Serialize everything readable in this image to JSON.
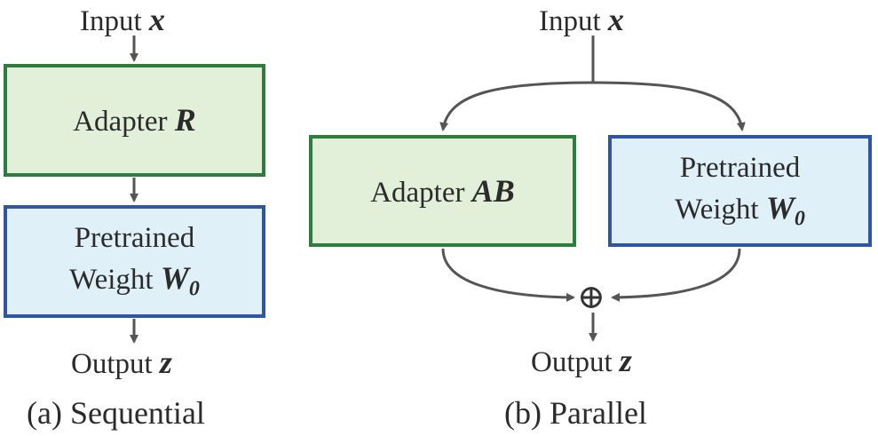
{
  "colors": {
    "adapter_fill": "#e2f0d9",
    "adapter_border": "#2e7d3e",
    "weight_fill": "#dff0f8",
    "weight_border": "#2f55a4",
    "arrow": "#555555"
  },
  "sequential": {
    "input_label": "Input ",
    "input_var": "x",
    "adapter_label": "Adapter ",
    "adapter_var": "R",
    "weight_line1": "Pretrained",
    "weight_line2": "Weight ",
    "weight_var": "W",
    "weight_sub": "0",
    "output_label": "Output ",
    "output_var": "z",
    "caption": "(a) Sequential"
  },
  "parallel": {
    "input_label": "Input ",
    "input_var": "x",
    "adapter_label": "Adapter ",
    "adapter_var": "AB",
    "weight_line1": "Pretrained",
    "weight_line2": "Weight ",
    "weight_var": "W",
    "weight_sub": "0",
    "sum_symbol": "⊕",
    "output_label": "Output ",
    "output_var": "z",
    "caption": "(b) Parallel"
  }
}
